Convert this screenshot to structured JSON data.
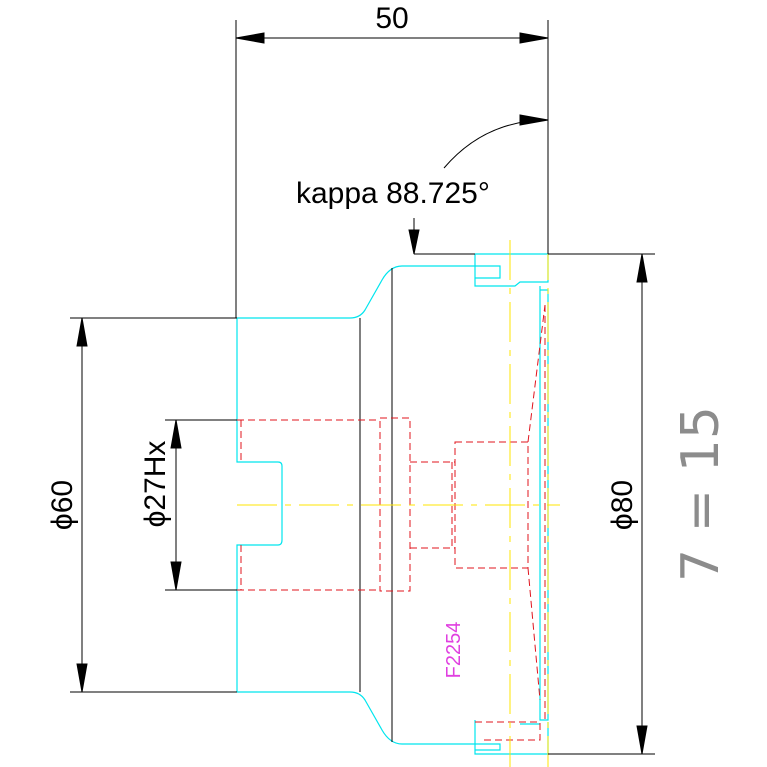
{
  "drawing": {
    "dimensions": {
      "width_top": "50",
      "angle_label": "kappa 88.725°",
      "diameter_left": "ϕ60",
      "diameter_bore": "ϕ27Hx",
      "diameter_right": "ϕ80"
    },
    "part_code": "F2254",
    "grooves_label": "7 = 15",
    "colors": {
      "outline": "#00e5ee",
      "hidden": "#e0141e",
      "center": "#ffe600",
      "dimension": "#000000",
      "part_code": "#e040e0",
      "side_text": "#8c8c8c"
    }
  }
}
